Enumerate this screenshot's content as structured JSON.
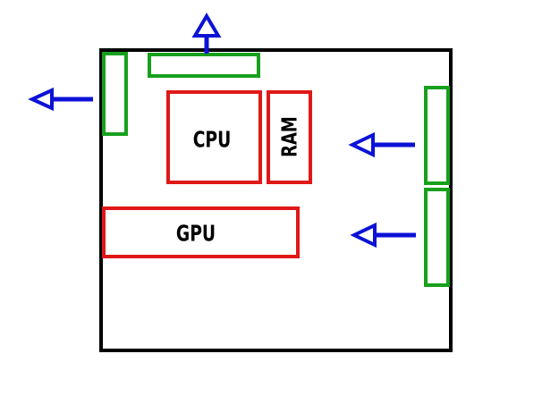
{
  "diagram": {
    "components": {
      "cpu": {
        "label": "CPU"
      },
      "ram": {
        "label": "RAM"
      },
      "gpu": {
        "label": "GPU"
      }
    },
    "colors": {
      "case_outline": "#000000",
      "component_outline": "#e01818",
      "fan_outline": "#17a01c",
      "airflow_arrow": "#0b12d6"
    }
  }
}
